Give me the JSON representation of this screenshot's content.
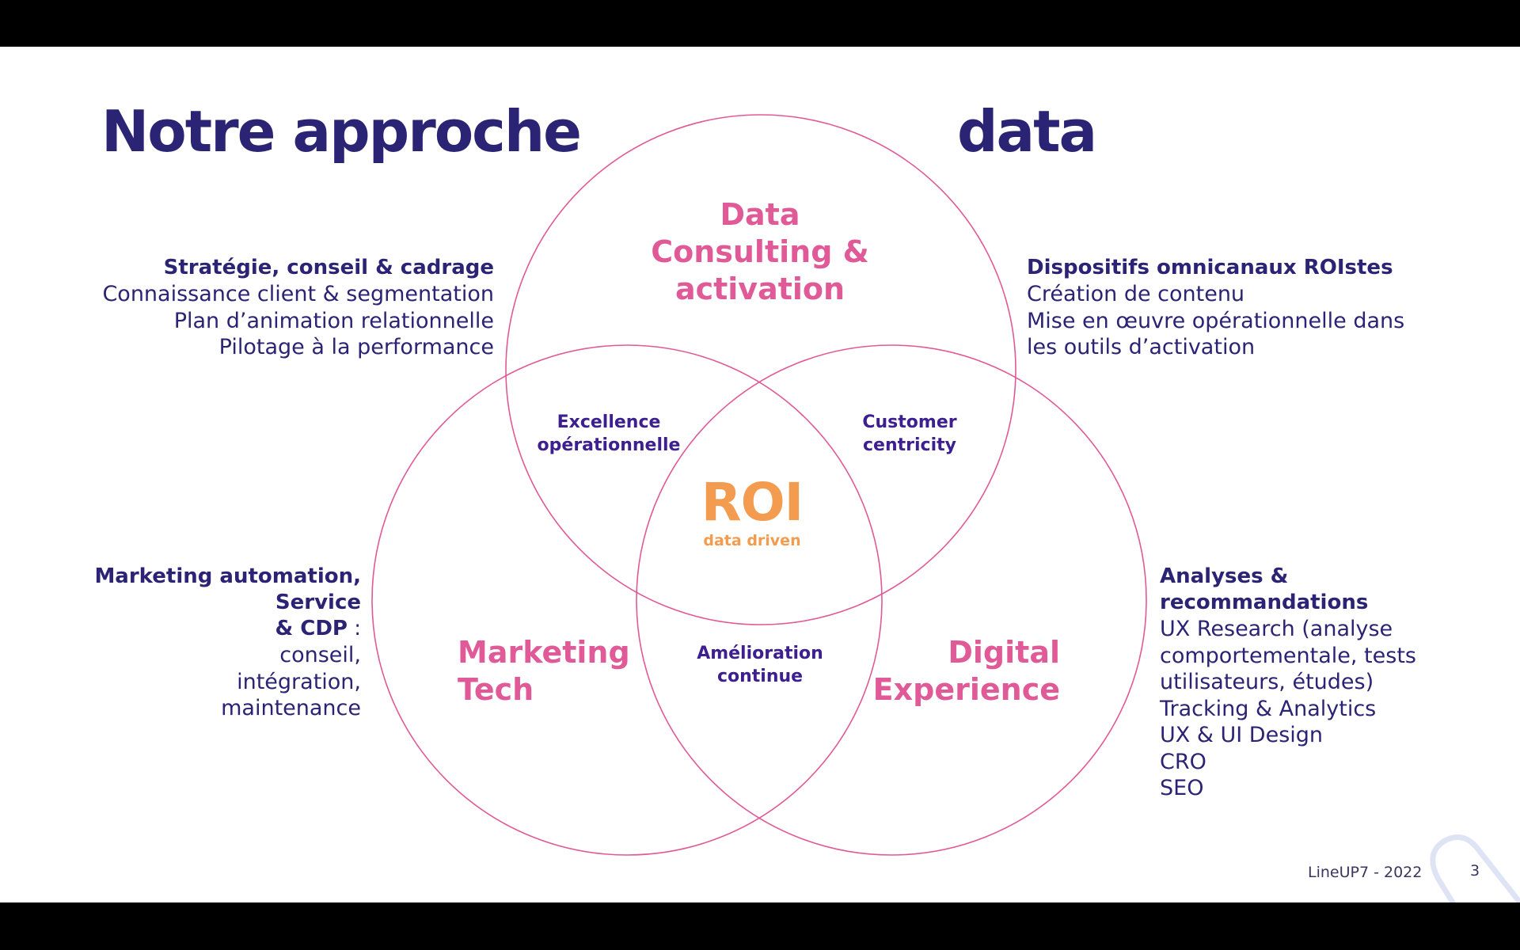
{
  "colors": {
    "navy": "#2b2374",
    "pink": "#e05a97",
    "indigo": "#3d1f8f",
    "orange": "#f39b4f",
    "circle_stroke": "#e05a97",
    "background": "#ffffff",
    "letterbox": "#000000"
  },
  "title": {
    "left": "Notre approche",
    "right": "data"
  },
  "strategy": {
    "heading": "Stratégie, conseil & cadrage",
    "lines": [
      "Connaissance client & segmentation",
      "Plan d’animation relationnelle",
      "Pilotage à la performance"
    ]
  },
  "omnichannel": {
    "heading": "Dispositifs omnicanaux ROIstes",
    "lines": [
      "Création de contenu",
      "Mise en œuvre opérationnelle dans",
      "les outils d’activation"
    ]
  },
  "automation": {
    "heading_lines": [
      "Marketing automation,",
      "Service"
    ],
    "heading_last": "& CDP",
    "heading_suffix": " :",
    "lines": [
      "conseil,",
      "intégration,",
      "maintenance"
    ]
  },
  "analyses": {
    "heading_lines": [
      "Analyses &",
      "recommandations"
    ],
    "lines": [
      "UX Research (analyse",
      "comportementale, tests",
      "utilisateurs, études)",
      "Tracking & Analytics",
      "UX & UI Design",
      "CRO",
      "SEO"
    ]
  },
  "circles": {
    "data_consulting": [
      "Data",
      "Consulting &",
      "activation"
    ],
    "marketing_tech": [
      "Marketing",
      "Tech"
    ],
    "digital_experience": [
      "Digital",
      "Experience"
    ]
  },
  "overlaps": {
    "excellence": [
      "Excellence",
      "opérationnelle"
    ],
    "customer": [
      "Customer",
      "centricity"
    ],
    "amelioration": [
      "Amélioration",
      "continue"
    ]
  },
  "center": {
    "main": "ROI",
    "sub": "data driven"
  },
  "footer": {
    "text": "LineUP7 - 2022",
    "page": "3"
  },
  "icons": {
    "corner": "logo-corner-outline-icon"
  }
}
